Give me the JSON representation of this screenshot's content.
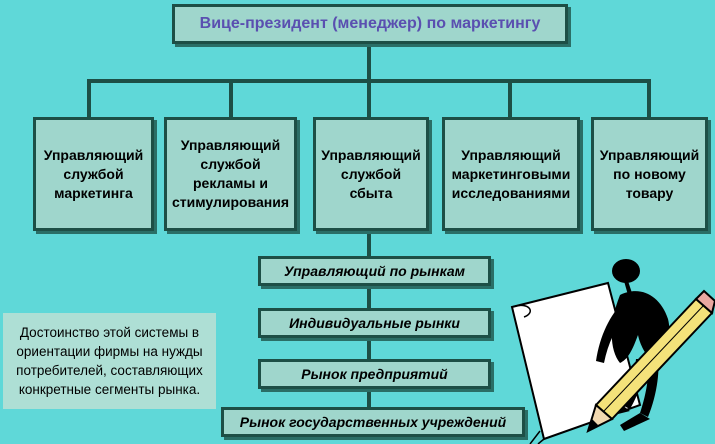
{
  "diagram": {
    "top": "Вице-президент (менеджер) по маркетингу",
    "departments": [
      "Управляющий службой маркетинга",
      "Управляющий службой рекламы и стимулирования",
      "Управляющий службой сбыта",
      "Управляющий маркетинговыми исследованиями",
      "Управляющий по новому товару"
    ],
    "sub_levels": [
      "Управляющий по рынкам",
      "Индивидуальные рынки",
      "Рынок предприятий",
      "Рынок государственных учреждений"
    ],
    "note": "Достоинство этой системы в ориентации фирмы на нужды потребителей, составляющих конкретные сегменты рынка."
  },
  "colors": {
    "background": "#5fd8d8",
    "box_fill": "#9fd6cc",
    "box_border": "#1d4f46",
    "title_text": "#5a4fb0",
    "pencil": "#f4e27a"
  },
  "icons": [
    "person-with-pencil-icon",
    "paper-sheet-icon"
  ]
}
